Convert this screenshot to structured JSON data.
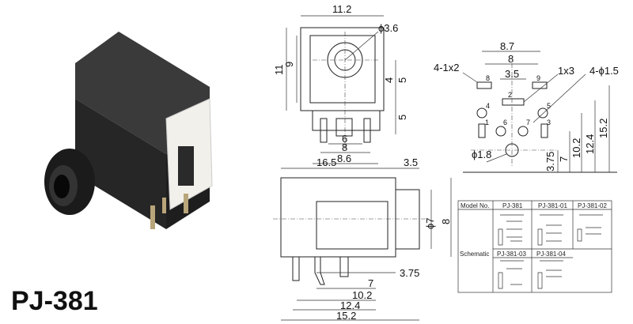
{
  "title": "PJ-381",
  "top_view": {
    "width": "11.2",
    "hole": "ϕ3.6",
    "height_outer": "11",
    "height_inner": "9",
    "d4": "4",
    "d5a": "5",
    "d5b": "5",
    "pins6": "6",
    "pins8": "8",
    "pins86": "8.6"
  },
  "side_view": {
    "length": "16.5",
    "front": "3.5",
    "dia": "ϕ7",
    "h8": "8",
    "d375": "3.75",
    "d7": "7",
    "d102": "10.2",
    "d124": "12.4",
    "d152": "15.2"
  },
  "pcb_layout": {
    "w87": "8.7",
    "w8": "8",
    "w35": "3.5",
    "slot2": "4-1x2",
    "slot3": "1x3",
    "holes15": "4-ϕ1.5",
    "hole18": "ϕ1.8",
    "v375": "3.75",
    "v7": "7",
    "v102": "10.2",
    "v124": "12.4",
    "v152": "15.2",
    "pins": [
      "8",
      "9",
      "2",
      "4",
      "5",
      "1",
      "6",
      "7",
      "3"
    ]
  },
  "schematic_table": {
    "header": [
      "Model No.",
      "PJ-381",
      "PJ-381-01",
      "PJ-381-02"
    ],
    "row_label": "Schematic",
    "second_row": [
      "PJ-381-03",
      "PJ-381-04"
    ]
  },
  "colors": {
    "body": "#2a2a2a",
    "insert": "#f2f0ea",
    "pins": "#b9a57a"
  }
}
